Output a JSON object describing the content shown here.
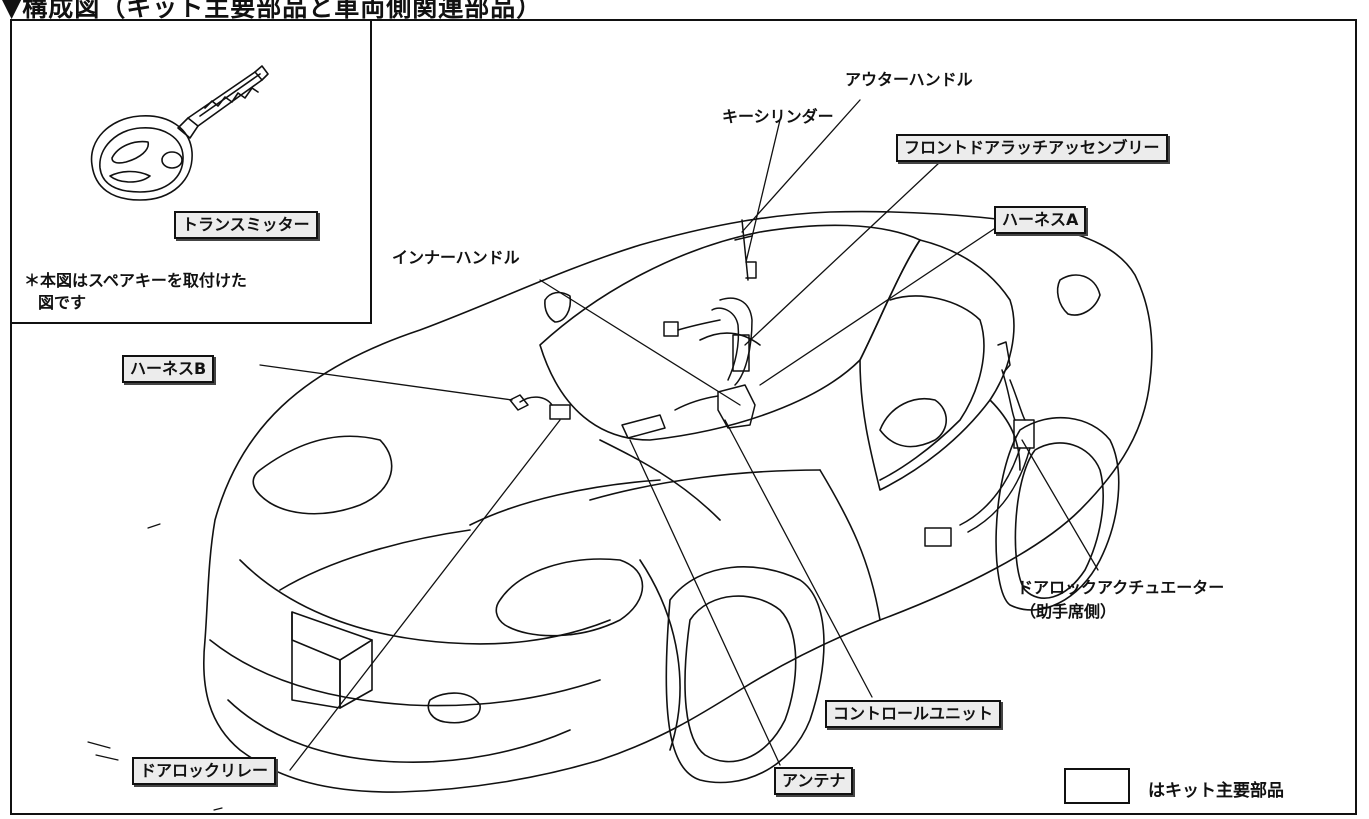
{
  "title": "▼構成図（キット主要部品と車両側関連部品）",
  "inset": {
    "transmitter_label": "トランスミッター",
    "note_line1": "＊本図はスペアキーを取付けた",
    "note_line2": "図です"
  },
  "labels": {
    "outer_handle": "アウターハンドル",
    "key_cylinder": "キーシリンダー",
    "front_door_latch": "フロントドアラッチアッセンブリー",
    "harness_a": "ハーネスA",
    "inner_handle": "インナーハンドル",
    "harness_b": "ハーネスB",
    "door_lock_actuator_line1": "ドアロックアクチュエーター",
    "door_lock_actuator_line2": "（助手席側）",
    "control_unit": "コントロールユニット",
    "door_lock_relay": "ドアロックリレー",
    "antenna": "アンテナ"
  },
  "legend": {
    "text": "はキット主要部品"
  }
}
